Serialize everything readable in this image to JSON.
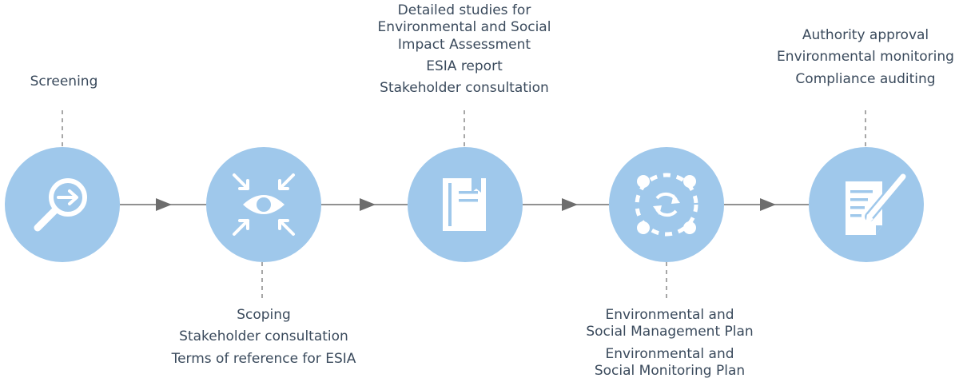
{
  "colors": {
    "circle": "#9fc8eb",
    "icon": "#ffffff",
    "connector": "#6d6d6d",
    "text": "#3a4a5c"
  },
  "steps": [
    {
      "icon": "magnifier-arrow-icon",
      "labels": [
        "Screening"
      ]
    },
    {
      "icon": "eye-focus-icon",
      "labels": [
        "Scoping",
        "Stakeholder consultation",
        "Terms of reference for ESIA"
      ]
    },
    {
      "icon": "notebook-icon",
      "labels": [
        "Detailed studies for Environmental and Social Impact Assessment",
        "ESIA report",
        "Stakeholder consultation"
      ]
    },
    {
      "icon": "cycle-nodes-icon",
      "labels": [
        "Environmental and Social Management Plan",
        "Environmental and Social Monitoring Plan"
      ]
    },
    {
      "icon": "document-pen-icon",
      "labels": [
        "Authority approval",
        "Environmental monitoring",
        "Compliance auditing"
      ]
    }
  ]
}
